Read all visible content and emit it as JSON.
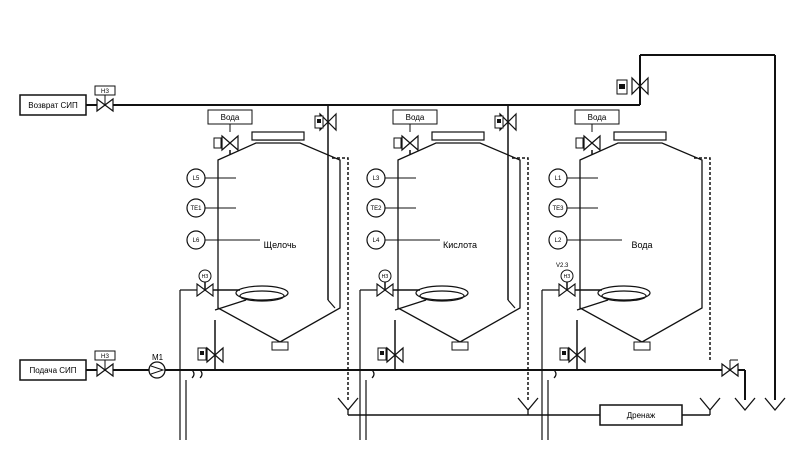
{
  "boxes": {
    "return_cip": "Возврат СИП",
    "supply_cip": "Подача СИП",
    "drain": "Дренаж"
  },
  "valve_labels": {
    "nz_return": "НЗ",
    "nz_supply": "НЗ",
    "pump": "M1",
    "v23": "V2.3"
  },
  "water_boxes": [
    "Вода",
    "Вода",
    "Вода"
  ],
  "tanks": [
    {
      "name": "Щелочь",
      "sensors": [
        "L5",
        "TE1",
        "L6"
      ]
    },
    {
      "name": "Кислота",
      "sensors": [
        "L3",
        "TE2",
        "L4"
      ]
    },
    {
      "name": "Вода",
      "sensors": [
        "L1",
        "TE3",
        "L2"
      ]
    }
  ],
  "small_tags": {
    "valve_tag": "НЗ"
  },
  "colors": {
    "line": "#111111",
    "background": "#ffffff"
  }
}
